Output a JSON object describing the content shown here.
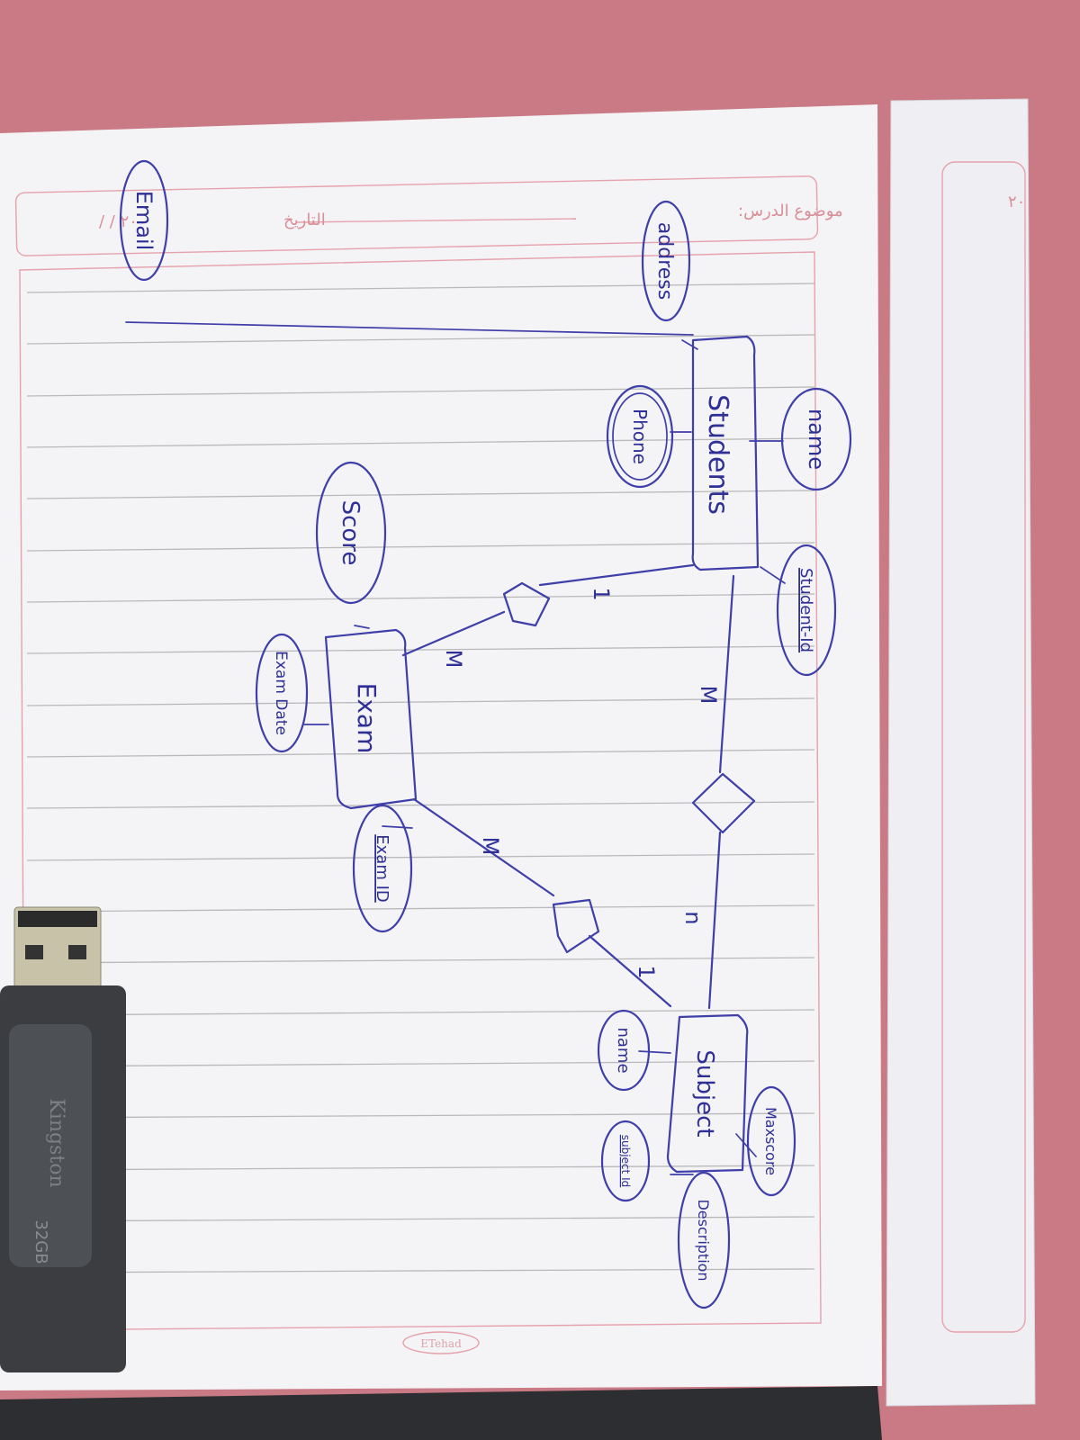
{
  "colors": {
    "ink": "#3e3fa8",
    "paper": "#f4f3f6",
    "table": "#c97a84",
    "header_print": "#d98e98"
  },
  "header": {
    "lesson_label": "موضوع الدرس:",
    "date_label": "التاريخ",
    "date_value": "/ / ٢٠",
    "page_number": "٢٠"
  },
  "entities": {
    "students": "Students",
    "exam": "Exam",
    "subject": "Subject"
  },
  "attributes": {
    "email": "Email",
    "address": "address",
    "name_student": "name",
    "phone": "Phone",
    "student_id": "Student-Id",
    "score": "Score",
    "exam_date": "Exam Date",
    "exam_id": "Exam ID",
    "name_subject": "name",
    "subject_id": "subject Id",
    "maxscore": "Maxscore",
    "description": "Description"
  },
  "cardinalities": {
    "students_exam_1": "1",
    "students_exam_m": "M",
    "students_subject_m": "M",
    "students_subject_n": "n",
    "exam_subject_m": "M",
    "exam_subject_1": "1"
  },
  "props": {
    "usb_brand": "Kingston",
    "usb_capacity": "32GB",
    "notebook_logo": "ETehad"
  }
}
